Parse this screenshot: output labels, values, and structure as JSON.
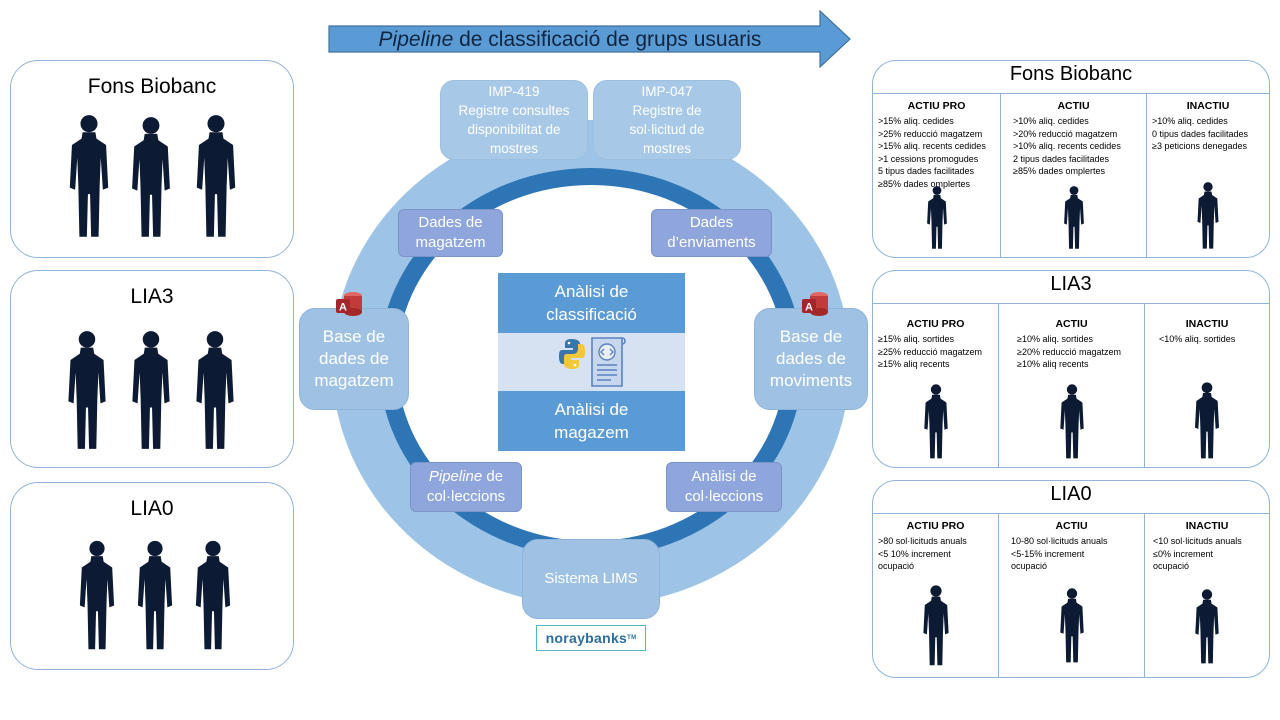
{
  "header": {
    "title_italic": "Pipeline",
    "title_rest": " de classificació de grups usuaris"
  },
  "left_groups": [
    {
      "title": "Fons Biobanc"
    },
    {
      "title": "LIA3"
    },
    {
      "title": "LIA0"
    }
  ],
  "ring": {
    "imp419": [
      "IMP-419",
      "Registre consultes",
      "disponibilitat de",
      "mostres"
    ],
    "imp047": [
      "IMP-047",
      "Registre de",
      "sol·licitud de",
      "mostres"
    ],
    "dades_magatzem": [
      "Dades de",
      "magatzem"
    ],
    "dades_enviaments": [
      "Dades",
      "d’enviaments"
    ],
    "base_magatzem": [
      "Base de",
      "dades de",
      "magatzem"
    ],
    "base_moviments": [
      "Base de",
      "dades de",
      "moviments"
    ],
    "pipeline_col_italic": "Pipeline",
    "pipeline_col_rest": " de",
    "pipeline_col_line2": "col·leccions",
    "analisi_col": [
      "Anàlisi de",
      "col·leccions"
    ],
    "lims": "Sistema LIMS"
  },
  "center": {
    "top": [
      "Anàlisi de",
      "classificació"
    ],
    "bottom": [
      "Anàlisi de",
      "magazem"
    ]
  },
  "logo": {
    "text": "noraybanks",
    "mark": "TM"
  },
  "right_panels": [
    {
      "title": "Fons Biobanc",
      "columns": [
        {
          "head": "ACTIU PRO",
          "lines": [
            ">15% aliq. cedides",
            ">25% reducció magatzem",
            ">15% aliq. recents cedides",
            ">1 cessions promogudes",
            " 5 tipus dades facilitades",
            "≥85% dades omplertes"
          ]
        },
        {
          "head": "ACTIU",
          "lines": [
            ">10% aliq. cedides",
            ">20% reducció magatzem",
            ">10% aliq. recents cedides",
            " 2 tipus dades facilitades",
            "≥85% dades omplertes"
          ]
        },
        {
          "head": "INACTIU",
          "lines": [
            ">10% aliq. cedides",
            " 0 tipus dades facilitades",
            "≥3 peticions denegades"
          ]
        }
      ]
    },
    {
      "title": "LIA3",
      "columns": [
        {
          "head": "ACTIU  PRO",
          "lines": [
            "≥15% aliq. sortides",
            "≥25% reducció magatzem",
            "≥15% aliq recents"
          ]
        },
        {
          "head": "ACTIU",
          "lines": [
            "≥10% aliq. sortides",
            "≥20% reducció magatzem",
            "≥10% aliq recents"
          ]
        },
        {
          "head": "INACTIU",
          "lines": [
            "<10% aliq. sortides"
          ]
        }
      ]
    },
    {
      "title": "LIA0",
      "columns": [
        {
          "head": "ACTIU PRO",
          "lines": [
            ">80 sol·licituds anuals",
            "<5 10% increment",
            "ocupació"
          ]
        },
        {
          "head": "ACTIU",
          "lines": [
            "10-80 sol·licituds anuals",
            "<5-15% increment",
            "ocupació"
          ]
        },
        {
          "head": "INACTIU",
          "lines": [
            "<10 sol·licituds anuals",
            "≤0% increment",
            "ocupació"
          ]
        }
      ]
    }
  ],
  "colors": {
    "ring_outer": "#9dc3e6",
    "ring_inner": "#2e75b6",
    "arrow": "#5b9bd5",
    "panel_border": "#8fb3d9",
    "silhouette": "#0c1a33"
  },
  "icons": [
    "person-silhouette-icon",
    "access-database-icon",
    "python-icon",
    "script-document-icon"
  ]
}
